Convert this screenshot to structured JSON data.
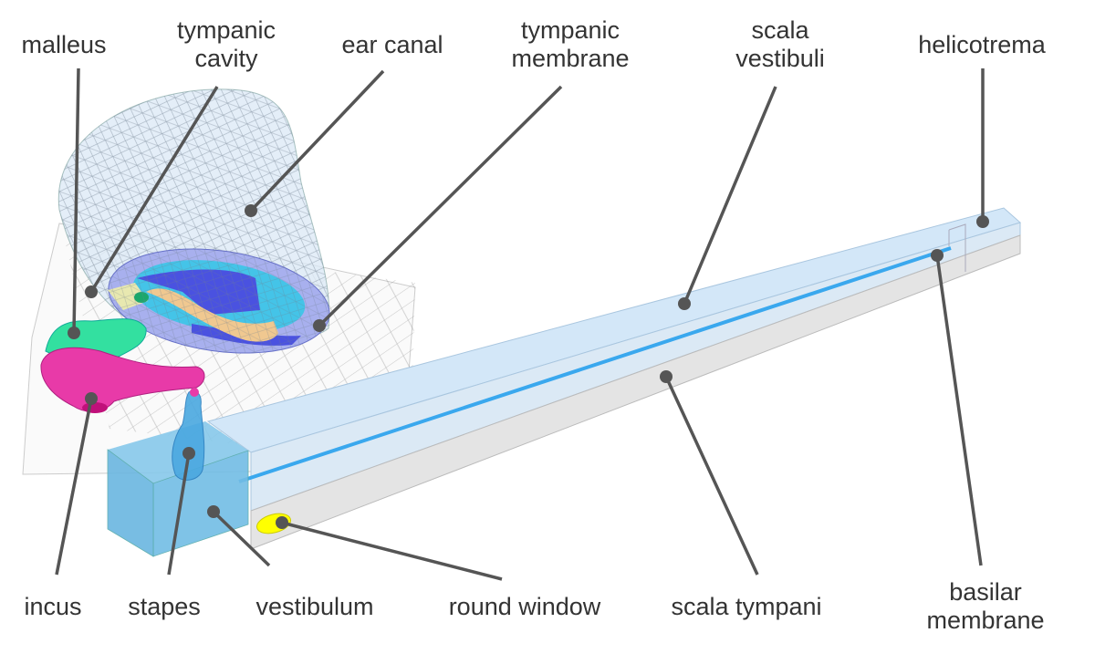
{
  "title": "Ear model diagram",
  "labels": {
    "malleus": "malleus",
    "tympanic_cavity_1": "tympanic",
    "tympanic_cavity_2": "cavity",
    "ear_canal": "ear canal",
    "tympanic_membrane_1": "tympanic",
    "tympanic_membrane_2": "membrane",
    "scala_vestibuli_1": "scala",
    "scala_vestibuli_2": "vestibuli",
    "helicotrema": "helicotrema",
    "incus": "incus",
    "stapes": "stapes",
    "vestibulum": "vestibulum",
    "round_window": "round window",
    "scala_tympani": "scala tympani",
    "basilar_membrane_1": "basilar",
    "basilar_membrane_2": "membrane"
  },
  "colors": {
    "leader": "#555555",
    "scala_vestibuli": "#cfe6f8",
    "scala_tympani": "#e2e2e2",
    "vestibulum": "#6fbde3",
    "basilar_membrane": "#3aa8ee",
    "malleus": "#33e0a0",
    "incus": "#e83aa8",
    "round_window": "#ffff00",
    "ear_canal": "#dbe9f6"
  }
}
